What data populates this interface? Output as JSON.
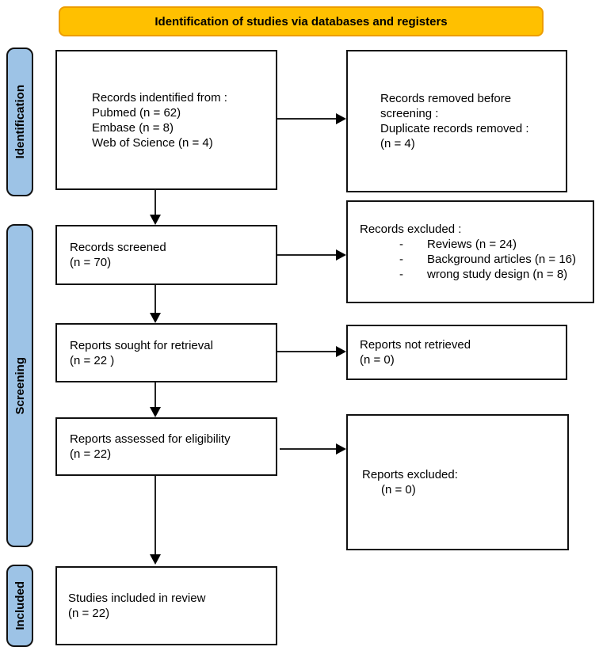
{
  "banner": {
    "label": "Identification of studies via databases and registers"
  },
  "sidebar": {
    "items": [
      {
        "label": "Identification"
      },
      {
        "label": "Screening"
      },
      {
        "label": "Included"
      }
    ]
  },
  "boxes": {
    "records_identified": {
      "lines": [
        "Records indentified from :",
        "Pubmed (n = 62)",
        "Embase (n = 8)",
        "Web of Science (n = 4)"
      ]
    },
    "records_removed": {
      "lines": [
        "Records removed before",
        "screening :",
        "Duplicate records removed :",
        "(n = 4)"
      ]
    },
    "records_screened": {
      "lines": [
        "Records screened",
        "(n = 70)"
      ]
    },
    "records_excluded": {
      "title": "Records excluded :",
      "bullet": "-",
      "items": [
        "Reviews (n = 24)",
        "Background articles (n = 16)",
        "wrong study design (n = 8)"
      ]
    },
    "reports_sought": {
      "lines": [
        "Reports sought for retrieval",
        "(n = 22 )"
      ]
    },
    "reports_not_retrieved": {
      "lines": [
        "Reports not retrieved",
        "(n = 0)"
      ]
    },
    "reports_assessed": {
      "lines": [
        "Reports assessed for eligibility",
        "(n = 22)"
      ]
    },
    "reports_excluded": {
      "lines": [
        "Reports excluded:",
        "(n = 0)"
      ]
    },
    "studies_included": {
      "lines": [
        "Studies included in review",
        "(n = 22)"
      ]
    }
  },
  "colors": {
    "banner_bg": "#FFC000",
    "banner_border": "#ED9D00",
    "phase_bar_bg": "#9DC3E6",
    "box_border": "#111111",
    "arrow": "#000000"
  }
}
